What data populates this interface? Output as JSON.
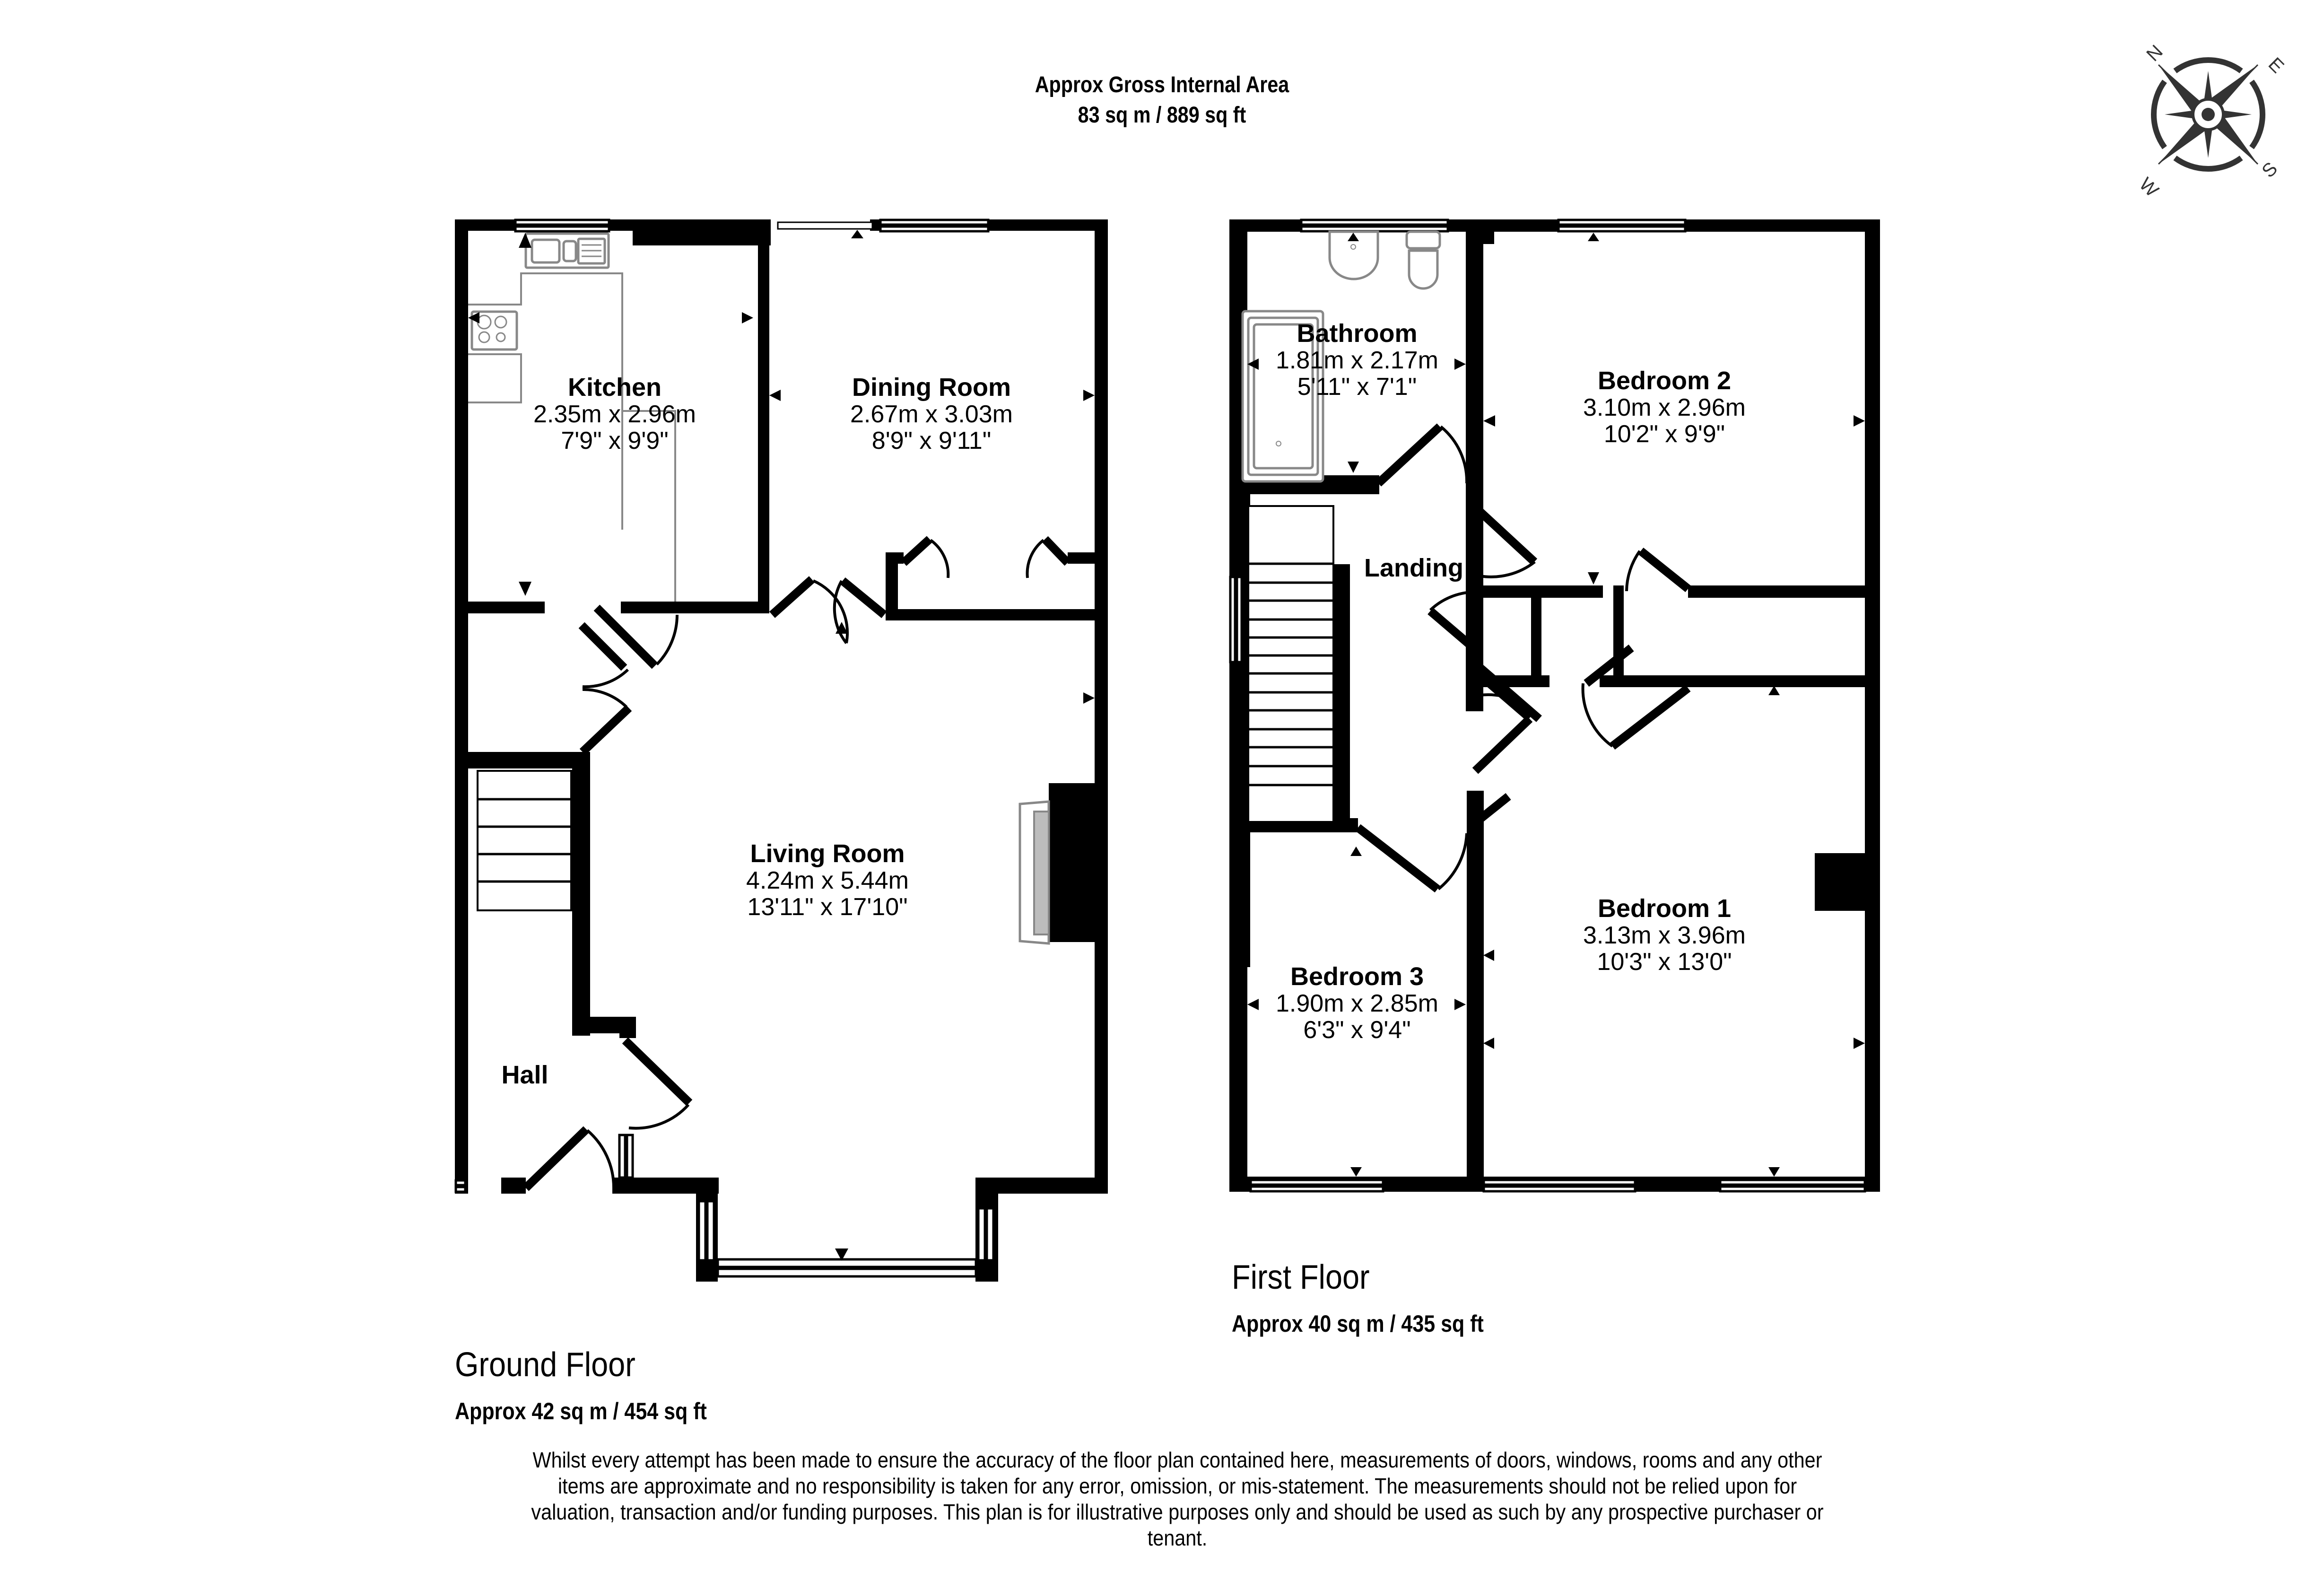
{
  "header": {
    "title": "Approx Gross Internal Area",
    "total_area": "83 sq m / 889 sq ft"
  },
  "compass": {
    "labels": {
      "n": "N",
      "e": "E",
      "s": "S",
      "w": "W"
    },
    "color": "#333333"
  },
  "ground_floor": {
    "label": "Ground Floor",
    "area": "Approx 42 sq m / 454 sq ft",
    "rooms": [
      {
        "name": "Kitchen",
        "metric": "2.35m x 2.96m",
        "imperial": "7'9\" x 9'9\""
      },
      {
        "name": "Dining Room",
        "metric": "2.67m x 3.03m",
        "imperial": "8'9\" x 9'11\""
      },
      {
        "name": "Living Room",
        "metric": "4.24m x 5.44m",
        "imperial": "13'11\" x 17'10\""
      },
      {
        "name": "Hall"
      }
    ]
  },
  "first_floor": {
    "label": "First Floor",
    "area": "Approx 40 sq m / 435 sq ft",
    "rooms": [
      {
        "name": "Bathroom",
        "metric": "1.81m x 2.17m",
        "imperial": "5'11\" x 7'1\""
      },
      {
        "name": "Bedroom 2",
        "metric": "3.10m x 2.96m",
        "imperial": "10'2\" x 9'9\""
      },
      {
        "name": "Landing"
      },
      {
        "name": "Bedroom 3",
        "metric": "1.90m x 2.85m",
        "imperial": "6'3\" x 9'4\""
      },
      {
        "name": "Bedroom 1",
        "metric": "3.13m x 3.96m",
        "imperial": "10'3\" x 13'0\""
      }
    ]
  },
  "disclaimer": "Whilst every attempt has been made to ensure the accuracy of the floor plan contained here, measurements of doors, windows, rooms and any other items are approximate and no responsibility is taken for any error, omission, or mis-statement. The measurements should not be relied upon for valuation, transaction and/or funding purposes. This plan is for illustrative purposes only and should be used as such by any prospective purchaser or tenant.",
  "colors": {
    "wall": "#000000",
    "fixture_stroke": "#888888",
    "fireplace_fill": "#bdbdbd",
    "background": "#ffffff"
  }
}
